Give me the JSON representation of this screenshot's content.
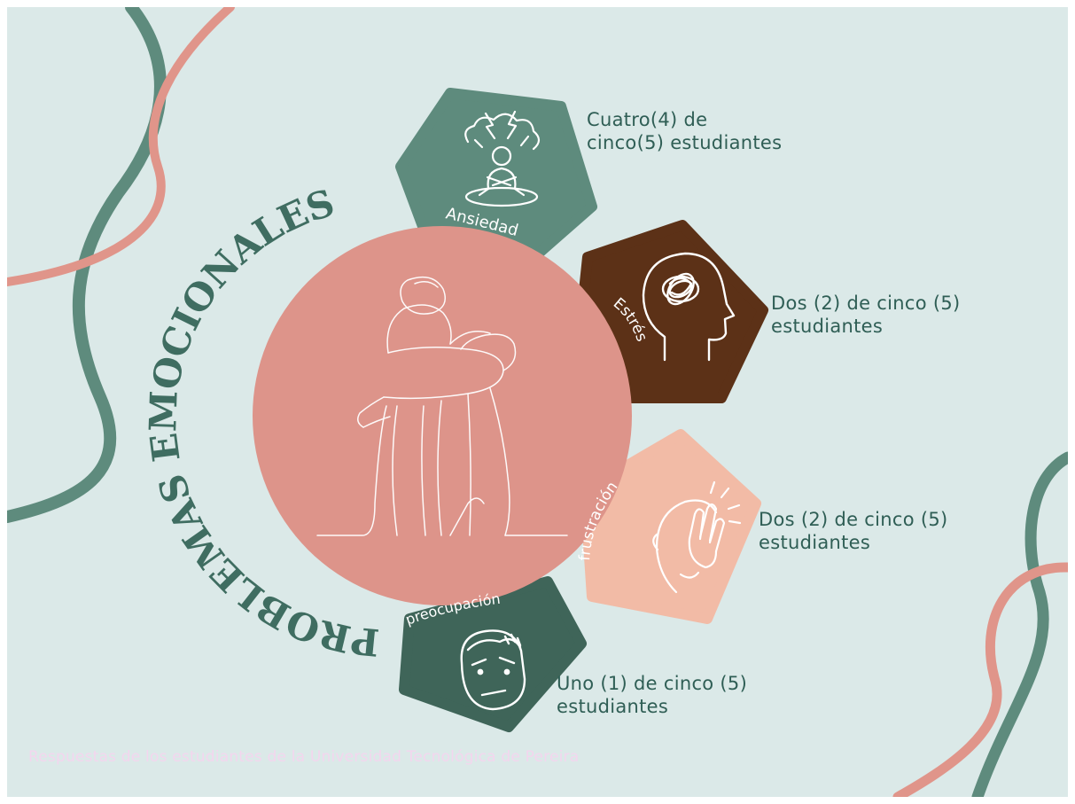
{
  "title": "PROBLEMAS EMOCIONALES",
  "colors": {
    "background": "#dbe9e8",
    "circle": "#dd948a",
    "anxiety": "#5e8b7d",
    "stress": "#5c3117",
    "frustration": "#f2bba6",
    "worry": "#3f6559",
    "title_text": "#3f6d61",
    "stat_text": "#2f5e55",
    "wave_green": "#5e8b7d",
    "wave_pink": "#e0958a"
  },
  "problems": [
    {
      "label": "Ansiedad",
      "icon": "anxiety-person-icon",
      "stat": "Cuatro(4) de\ncinco(5) estudiantes"
    },
    {
      "label": "Estrés",
      "icon": "tangled-mind-head-icon",
      "stat": "Dos (2) de cinco (5)\nestudiantes"
    },
    {
      "label": "frustración",
      "icon": "frustrated-face-icon",
      "stat": "Dos (2) de cinco (5)\nestudiantes"
    },
    {
      "label": "preocupación",
      "icon": "worried-face-icon",
      "stat": "Uno (1) de cinco (5)\nestudiantes"
    }
  ],
  "central_image": "sitting-person-line-art",
  "footer": "Respuestas de los estudiantes de la Universidad Tecnológica de Pereira"
}
